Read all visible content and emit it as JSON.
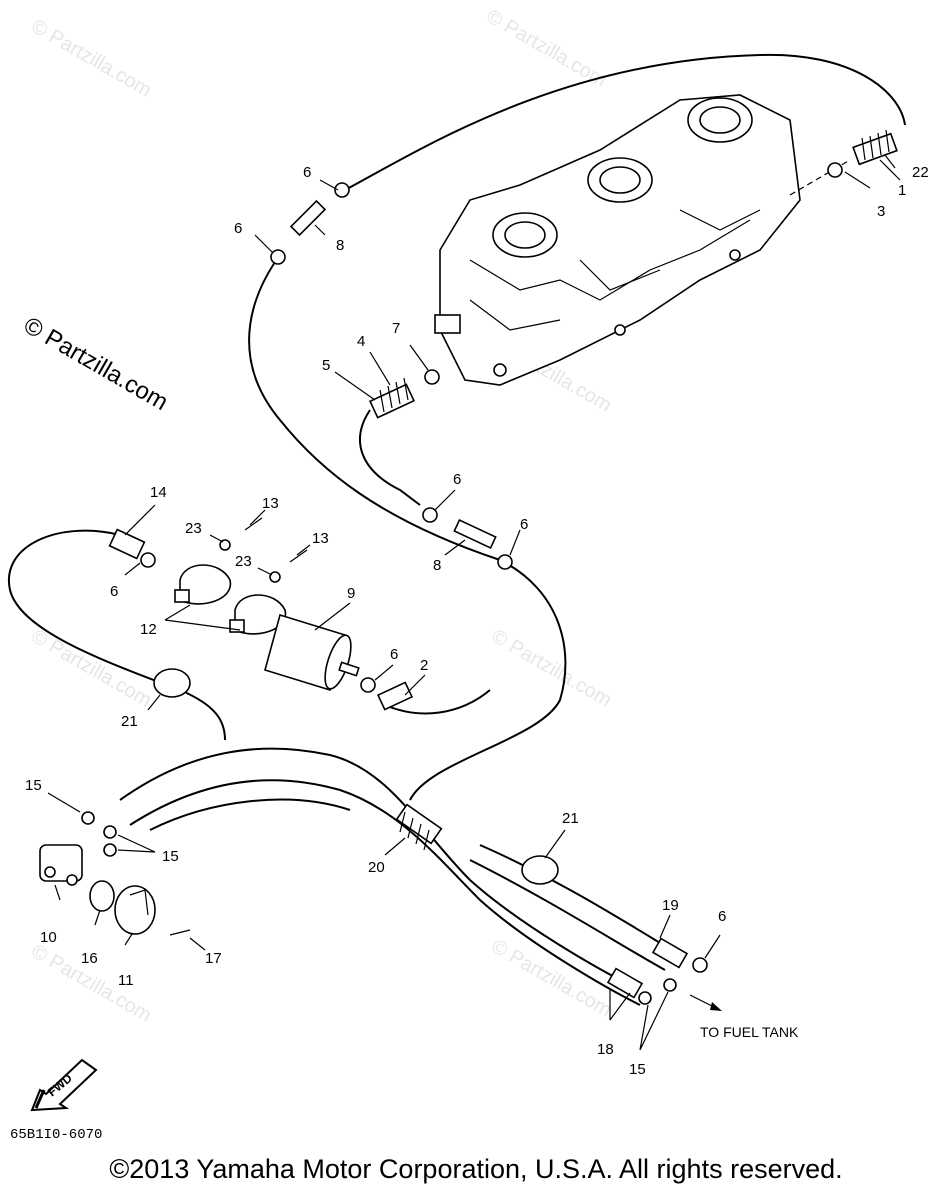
{
  "watermark": {
    "text": "© Partzilla.com"
  },
  "diagram_code": "65B1I0-6070",
  "copyright": "©2013 Yamaha Motor Corporation, U.S.A. All rights reserved.",
  "notes": {
    "to_fuel_tank": "TO FUEL TANK",
    "fwd": "FWD"
  },
  "callouts": {
    "c1": "1",
    "c2": "2",
    "c3": "3",
    "c4": "4",
    "c5": "5",
    "c6a": "6",
    "c6b": "6",
    "c6c": "6",
    "c6d": "6",
    "c6e": "6",
    "c6f": "6",
    "c6g": "6",
    "c7": "7",
    "c8a": "8",
    "c8b": "8",
    "c9": "9",
    "c10": "10",
    "c11": "11",
    "c12": "12",
    "c13a": "13",
    "c13b": "13",
    "c14": "14",
    "c15a": "15",
    "c15b": "15",
    "c15c": "15",
    "c16": "16",
    "c17": "17",
    "c18": "18",
    "c19": "19",
    "c20": "20",
    "c21a": "21",
    "c21b": "21",
    "c22": "22",
    "c23a": "23",
    "c23b": "23"
  }
}
